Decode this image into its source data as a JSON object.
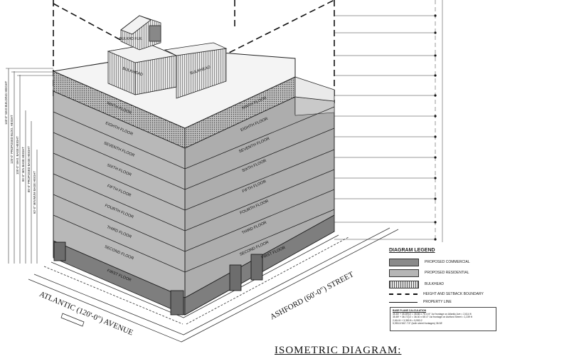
{
  "floors": {
    "left": [
      "NINTH FLOOR",
      "EIGHTH FLOOR",
      "SEVENTH FLOOR",
      "SIXTH FLOOR",
      "FIFTH FLOOR",
      "FOURTH FLOOR",
      "THIRD FLOOR",
      "SECOND FLOOR",
      "FIRST FLOOR"
    ],
    "right": [
      "NINTH FLOOR",
      "EIGHTH FLOOR",
      "SEVENTH FLOOR",
      "SIXTH FLOOR",
      "FIFTH FLOOR",
      "FOURTH FLOOR",
      "THIRD FLOOR",
      "SECOND FLOOR",
      "FIRST FLOOR"
    ]
  },
  "bulkhead": {
    "main": "BULKHEAD",
    "right": "BULKHEAD",
    "small": "BULKHD FLR."
  },
  "streets": {
    "avenue": "ATLANTIC (120'-0\") AVENUE",
    "street": "ASHFORD (60'-0\") STREET"
  },
  "heights": [
    "145'-0\" MAX BUILDING HEIGHT",
    "125'-0\" PROPOSED BLDG. HEIGHT",
    "105'-0\" MAX. BASE HEIGHT",
    "95'-0\" MIN BASE HEIGHT",
    "85'-0\" PROPOSED BASE HEIGHT",
    "60'-0\" MINIMUM BASE HEIGHT"
  ],
  "legend": {
    "title": "DIAGRAM LEGEND",
    "items": [
      "PROPOSED COMMERCIAL",
      "PROPOSED RESIDENTIAL",
      "BULKHEAD",
      "HEIGHT AND SETBACK BOUNDARY",
      "PROPERTY LINE"
    ]
  },
  "calc": {
    "title": "BASE PLANE CALCULATION",
    "lines": [
      "35.83' + 35.89')/2 = 35.86 x 75'-0.5\" 1st frontage on Atlantic Ave = 2,614 ft",
      "35.89' + 36.71')/2 = 36.30 x 65'-0\" 1st frontage on Ashford Street = 1,239 ft",
      "2,614 ft + 3,350 ft = 5,953.2",
      "5,953.2/152'-7.5\" (both street frontages) 36.38'"
    ]
  },
  "title": "ISOMETRIC DIAGRAM:",
  "colors": {
    "commercial": "#8a8a8a",
    "residential": "#b5b5b5",
    "bulkhead": "#cfcfcf",
    "hatch": "#555555"
  }
}
